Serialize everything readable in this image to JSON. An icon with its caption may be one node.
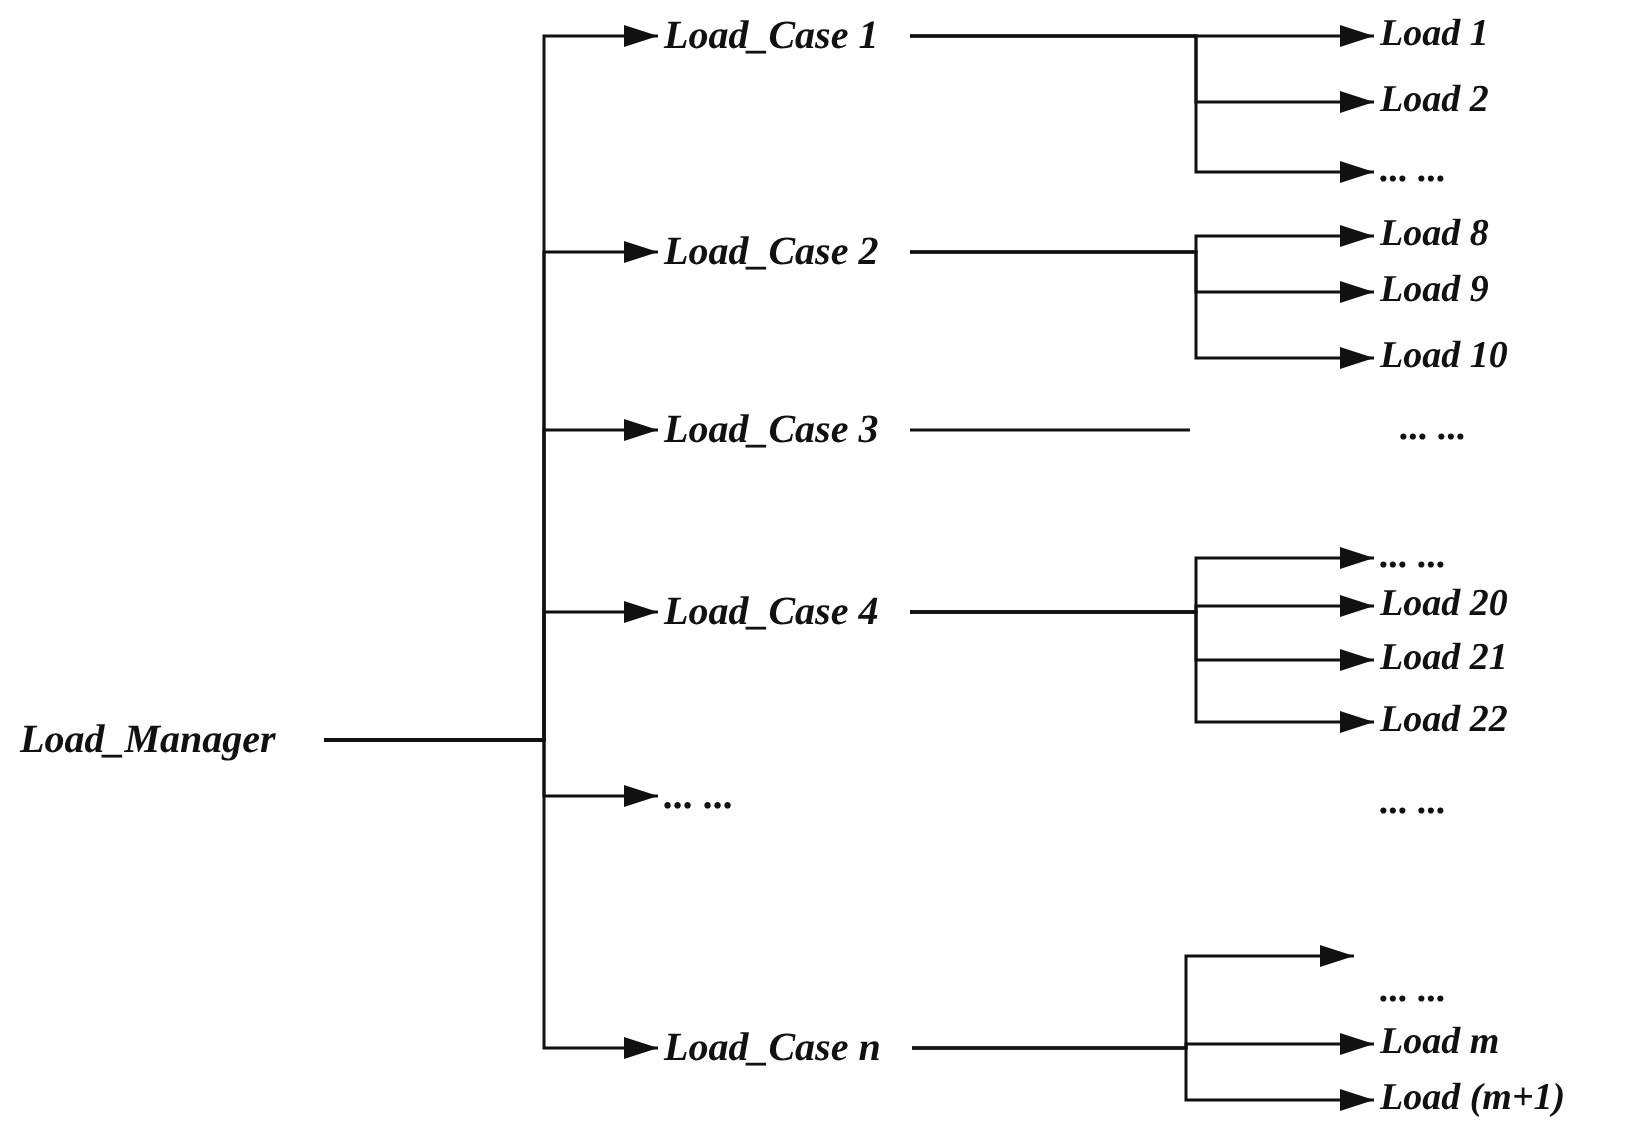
{
  "diagram": {
    "nodes": [
      {
        "text": [
          "Load_Manager"
        ]
      },
      {
        "text": [
          "Load_Case 1"
        ]
      },
      {
        "text": [
          "Load_Case 2"
        ]
      },
      {
        "text": [
          "Load_Case 3"
        ]
      },
      {
        "text": [
          "Load_Case 4"
        ]
      },
      {
        "text": [
          "... ..."
        ]
      },
      {
        "text": [
          "Load_Case n"
        ]
      },
      {
        "text": [
          "Load 1"
        ]
      },
      {
        "text": [
          "Load 2"
        ]
      },
      {
        "text": [
          "... ..."
        ]
      },
      {
        "text": [
          "Load 8"
        ]
      },
      {
        "text": [
          "Load 9"
        ]
      },
      {
        "text": [
          "Load 10"
        ]
      },
      {
        "text": [
          "... ..."
        ]
      },
      {
        "text": [
          "Load 20"
        ]
      },
      {
        "text": [
          "Load 21"
        ]
      },
      {
        "text": [
          "Load 22"
        ]
      },
      {
        "text": [
          "Load m"
        ]
      },
      {
        "text": [
          "Load (m+1)"
        ]
      }
    ],
    "edges": [
      {
        "from": 0,
        "to": 1,
        "arrow": "to"
      },
      {
        "from": 0,
        "to": 2,
        "arrow": "to"
      },
      {
        "from": 0,
        "to": 3,
        "arrow": "to"
      },
      {
        "from": 0,
        "to": 4,
        "arrow": "to"
      },
      {
        "from": 0,
        "to": 5,
        "arrow": "to"
      },
      {
        "from": 0,
        "to": 6,
        "arrow": "to"
      },
      {
        "from": 1,
        "to": 7,
        "arrow": "to"
      },
      {
        "from": 1,
        "to": 8,
        "arrow": "to"
      },
      {
        "from": 1,
        "to": 9,
        "arrow": "to"
      },
      {
        "from": 2,
        "to": 10,
        "arrow": "to"
      },
      {
        "from": 2,
        "to": 11,
        "arrow": "to"
      },
      {
        "from": 2,
        "to": 12,
        "arrow": "to"
      },
      {
        "from": 3,
        "to": null,
        "arrow": "none"
      },
      {
        "from": 4,
        "to": 13,
        "arrow": "to"
      },
      {
        "from": 4,
        "to": 14,
        "arrow": "to"
      },
      {
        "from": 4,
        "to": 15,
        "arrow": "to"
      },
      {
        "from": 4,
        "to": 16,
        "arrow": "to"
      },
      {
        "from": 6,
        "to": null,
        "arrow": "to"
      },
      {
        "from": 6,
        "to": 17,
        "arrow": "to"
      },
      {
        "from": 6,
        "to": 18,
        "arrow": "to"
      }
    ],
    "labels": [
      "... ...",
      "... ...",
      "... ..."
    ]
  }
}
